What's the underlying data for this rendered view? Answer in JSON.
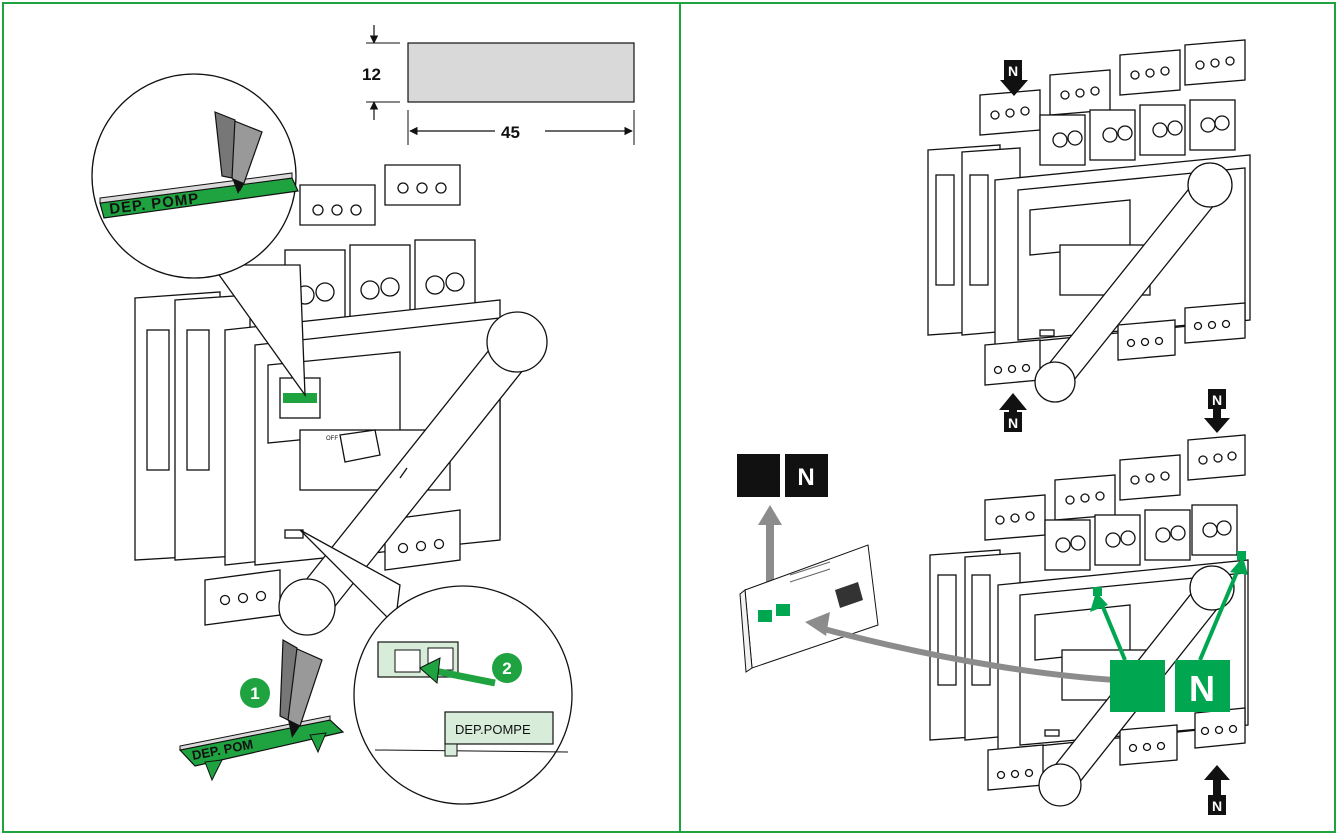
{
  "colors": {
    "frame": "#1fa340",
    "label_green": "#1fa340",
    "n_green": "#00a650",
    "grey_fill": "#d9d9d9",
    "arrow_grey": "#8c8c8c",
    "ink": "#111111"
  },
  "dimensions": {
    "height_value": "12",
    "width_value": "45"
  },
  "left_panel": {
    "magnified_label_text": "DEP. POMP",
    "step1_label_text": "DEP. POM",
    "step2_label_text": "DEP.POMPE",
    "step1_number": "1",
    "step2_number": "2"
  },
  "right_panel": {
    "n_letter": "N",
    "legend_n_letter": "N",
    "callout_n_letter": "N",
    "device_label": "OFF"
  },
  "icons": [
    "pencil-icon",
    "push-arrow-icon",
    "n-arrow-icon"
  ]
}
